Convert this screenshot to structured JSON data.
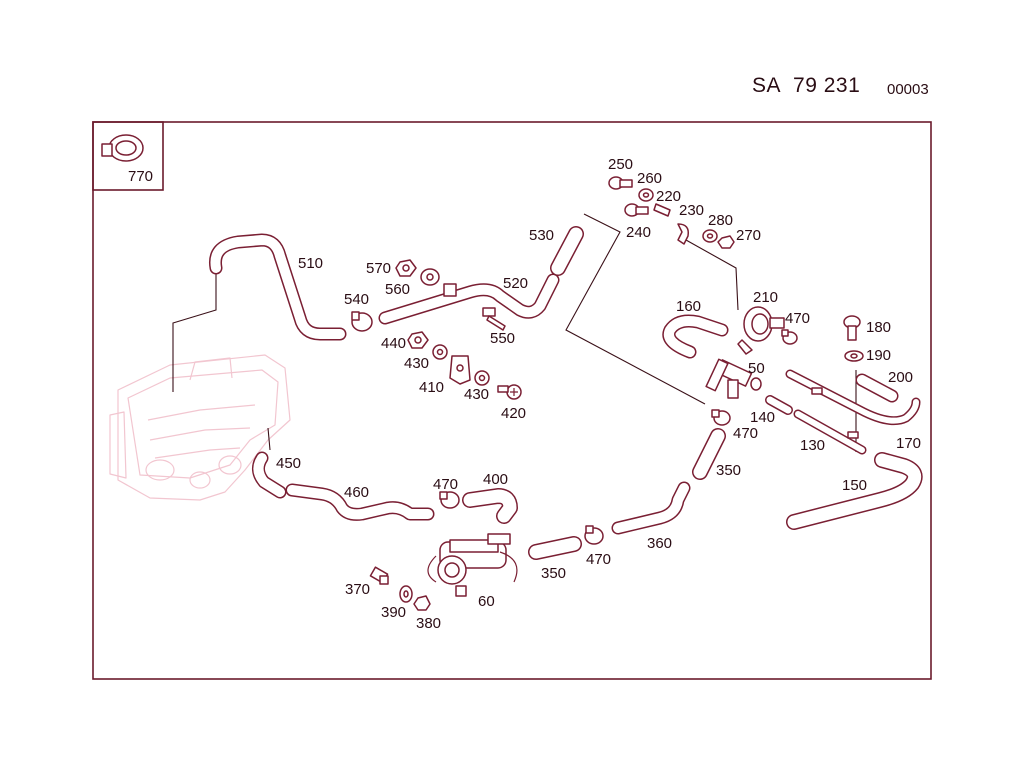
{
  "header": {
    "code_prefix": "SA",
    "code_number": "79 231",
    "sheet": "00003"
  },
  "inset": {
    "label": "770"
  },
  "labels": [
    {
      "id": "510",
      "text": "510"
    },
    {
      "id": "570",
      "text": "570"
    },
    {
      "id": "560",
      "text": "560"
    },
    {
      "id": "540",
      "text": "540"
    },
    {
      "id": "520",
      "text": "520"
    },
    {
      "id": "530",
      "text": "530"
    },
    {
      "id": "550",
      "text": "550"
    },
    {
      "id": "440",
      "text": "440"
    },
    {
      "id": "430a",
      "text": "430"
    },
    {
      "id": "410",
      "text": "410"
    },
    {
      "id": "430b",
      "text": "430"
    },
    {
      "id": "420",
      "text": "420"
    },
    {
      "id": "250",
      "text": "250"
    },
    {
      "id": "260",
      "text": "260"
    },
    {
      "id": "220",
      "text": "220"
    },
    {
      "id": "230",
      "text": "230"
    },
    {
      "id": "240",
      "text": "240"
    },
    {
      "id": "280",
      "text": "280"
    },
    {
      "id": "270",
      "text": "270"
    },
    {
      "id": "160",
      "text": "160"
    },
    {
      "id": "210",
      "text": "210"
    },
    {
      "id": "470a",
      "text": "470"
    },
    {
      "id": "180",
      "text": "180"
    },
    {
      "id": "190",
      "text": "190"
    },
    {
      "id": "50",
      "text": "50"
    },
    {
      "id": "200",
      "text": "200"
    },
    {
      "id": "140",
      "text": "140"
    },
    {
      "id": "470b",
      "text": "470"
    },
    {
      "id": "130",
      "text": "130"
    },
    {
      "id": "170",
      "text": "170"
    },
    {
      "id": "350a",
      "text": "350"
    },
    {
      "id": "150",
      "text": "150"
    },
    {
      "id": "450",
      "text": "450"
    },
    {
      "id": "460",
      "text": "460"
    },
    {
      "id": "470c",
      "text": "470"
    },
    {
      "id": "400",
      "text": "400"
    },
    {
      "id": "360",
      "text": "360"
    },
    {
      "id": "470d",
      "text": "470"
    },
    {
      "id": "350b",
      "text": "350"
    },
    {
      "id": "60",
      "text": "60"
    },
    {
      "id": "370",
      "text": "370"
    },
    {
      "id": "390",
      "text": "390"
    },
    {
      "id": "380",
      "text": "380"
    }
  ]
}
